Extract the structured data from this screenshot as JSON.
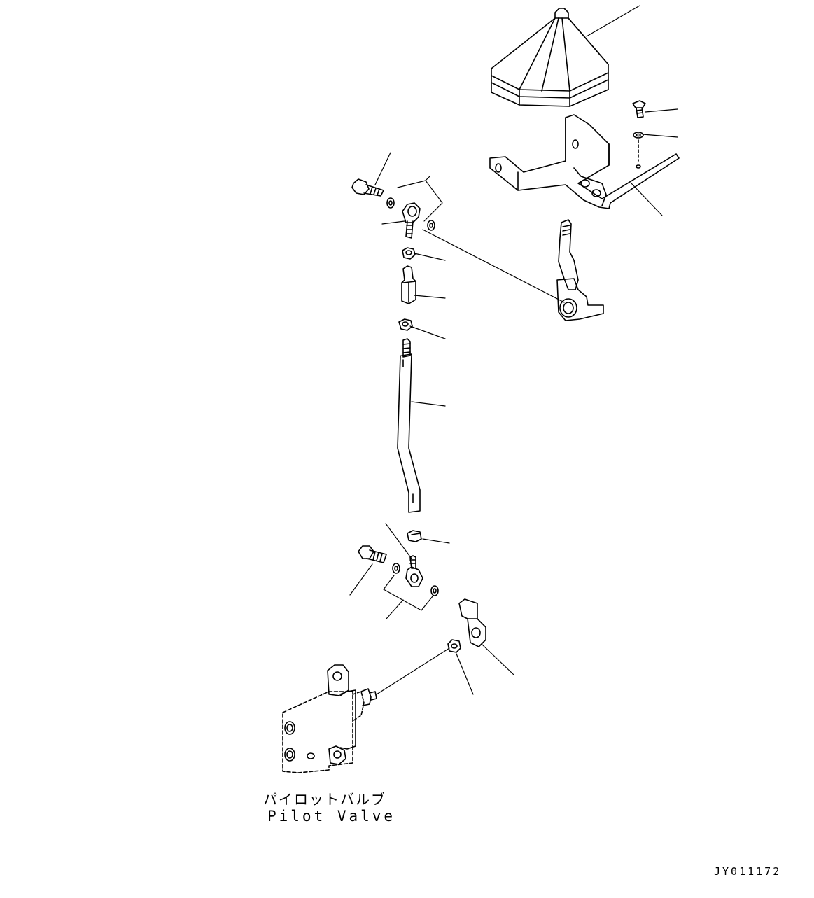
{
  "labels": {
    "pilot_valve_jp": "パイロットバルブ",
    "pilot_valve_en": "Pilot Valve"
  },
  "drawing_id": "JY011172",
  "colors": {
    "line": "#000000",
    "background": "#ffffff"
  }
}
